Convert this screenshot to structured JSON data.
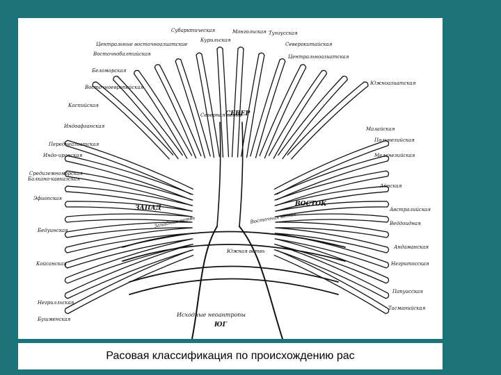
{
  "slide": {
    "caption": "Расовая классификация по происхождению рас",
    "background_color": "#1d7478"
  },
  "figure": {
    "directions": {
      "north": "СЕВЕР",
      "west": "ЗАПАД",
      "east": "ВОСТОК",
      "south": "ЮГ"
    },
    "trunk_label": "Исходные неоантропы",
    "branch_labels": {
      "western": "Западная ветвь",
      "eastern": "Восточная ветвь",
      "northern": "Северная ветвь",
      "southern": "Южная ветвь"
    },
    "left_labels": [
      "Центральные восточноазиатские",
      "Восточнобалтийская",
      "Беломорская",
      "Восточноевропейская",
      "Каспийская",
      "Индоафганская",
      "Переднеазиатская",
      "Индо-иранская",
      "Средиземноморская",
      "Балкано-кавказская",
      "Эфиопская",
      "Бедуинская",
      "Койсанская",
      "Негрилльская",
      "Бушменская"
    ],
    "top_labels": [
      "Субарктическая",
      "Курильская",
      "Монгольская",
      "Тунгусская",
      "Северокитайская"
    ],
    "right_labels": [
      "Центральноазиатская",
      "Южноазиатская",
      "Малайская",
      "Полинезийская",
      "Меланезийская",
      "Айнская",
      "Австралийская",
      "Веддоидная",
      "Андаманская",
      "Негритосская",
      "Папуасская",
      "Тасманийская"
    ]
  }
}
